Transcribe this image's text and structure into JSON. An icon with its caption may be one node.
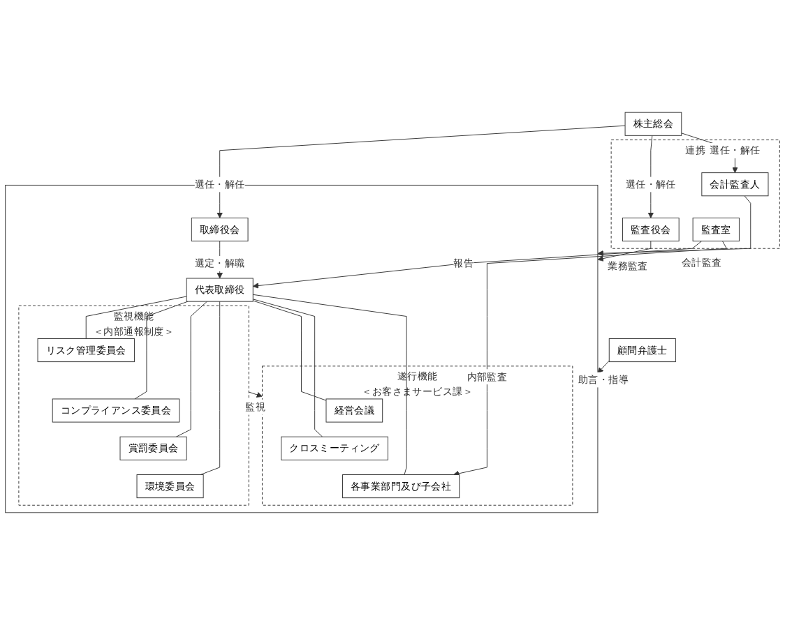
{
  "diagram": {
    "nodes": [
      {
        "text": [
          "株主総会"
        ]
      },
      {
        "text": [],
        "shape": "box"
      },
      {
        "text": [
          "取締役会"
        ],
        "in": 1
      },
      {
        "text": [
          "連携"
        ]
      },
      {
        "text": [
          "監査役会"
        ],
        "in": 3
      },
      {
        "text": [
          "会計監査人"
        ],
        "in": 3
      },
      {
        "text": [
          "代表取締役"
        ],
        "in": 1
      },
      {
        "text": [
          "監査室"
        ],
        "in": 3
      },
      {
        "text": [
          "監視機能",
          "＜内部通報制度＞"
        ],
        "in": 1
      },
      {
        "text": [
          "リスク管理委員会"
        ],
        "in": 8
      },
      {
        "text": [
          "コンプライアンス委員会"
        ],
        "in": 8
      },
      {
        "text": [
          "賞罰委員会"
        ],
        "in": 8
      },
      {
        "text": [
          "環境委員会"
        ],
        "in": 8
      },
      {
        "text": [
          "遂行機能",
          "＜お客さまサービス課＞"
        ],
        "in": 1
      },
      {
        "text": [
          "経営会議"
        ],
        "in": 13
      },
      {
        "text": [
          "クロスミーティング"
        ],
        "in": 13
      },
      {
        "text": [
          "各事業部門及び子会社"
        ],
        "in": 13
      },
      {
        "text": [
          "顧問弁護士"
        ]
      }
    ],
    "edges": [
      {
        "from": 0,
        "to": 2,
        "arrow": "to",
        "label": "選任・解任"
      },
      {
        "from": 0,
        "to": 4,
        "arrow": "to",
        "label": "選任・解任"
      },
      {
        "from": 0,
        "to": 5,
        "arrow": "to",
        "label": "選任・解任"
      },
      {
        "from": 4,
        "to": 1,
        "arrow": "to",
        "label": "業務監査"
      },
      {
        "from": 2,
        "to": 6,
        "arrow": "to",
        "label": "選定・解職"
      },
      {
        "from": 7,
        "to": 6,
        "arrow": "to",
        "label": "報告"
      },
      {
        "from": 6,
        "to": 9,
        "arrow": "none"
      },
      {
        "from": 6,
        "to": 10,
        "arrow": "none"
      },
      {
        "from": 6,
        "to": 11,
        "arrow": "none"
      },
      {
        "from": 6,
        "to": 12,
        "arrow": "none"
      },
      {
        "from": 6,
        "to": 14,
        "arrow": "none"
      },
      {
        "from": 6,
        "to": 15,
        "arrow": "none"
      },
      {
        "from": 6,
        "to": 16,
        "arrow": "none"
      },
      {
        "from": 8,
        "to": 13,
        "arrow": "to",
        "label": "監視"
      },
      {
        "from": 7,
        "to": 16,
        "arrow": "to",
        "label": "内部監査"
      },
      {
        "from": 5,
        "to": 1,
        "arrow": "to",
        "label": "会計監査"
      },
      {
        "from": 17,
        "to": 1,
        "arrow": "to",
        "label": "助言・指導"
      }
    ]
  }
}
